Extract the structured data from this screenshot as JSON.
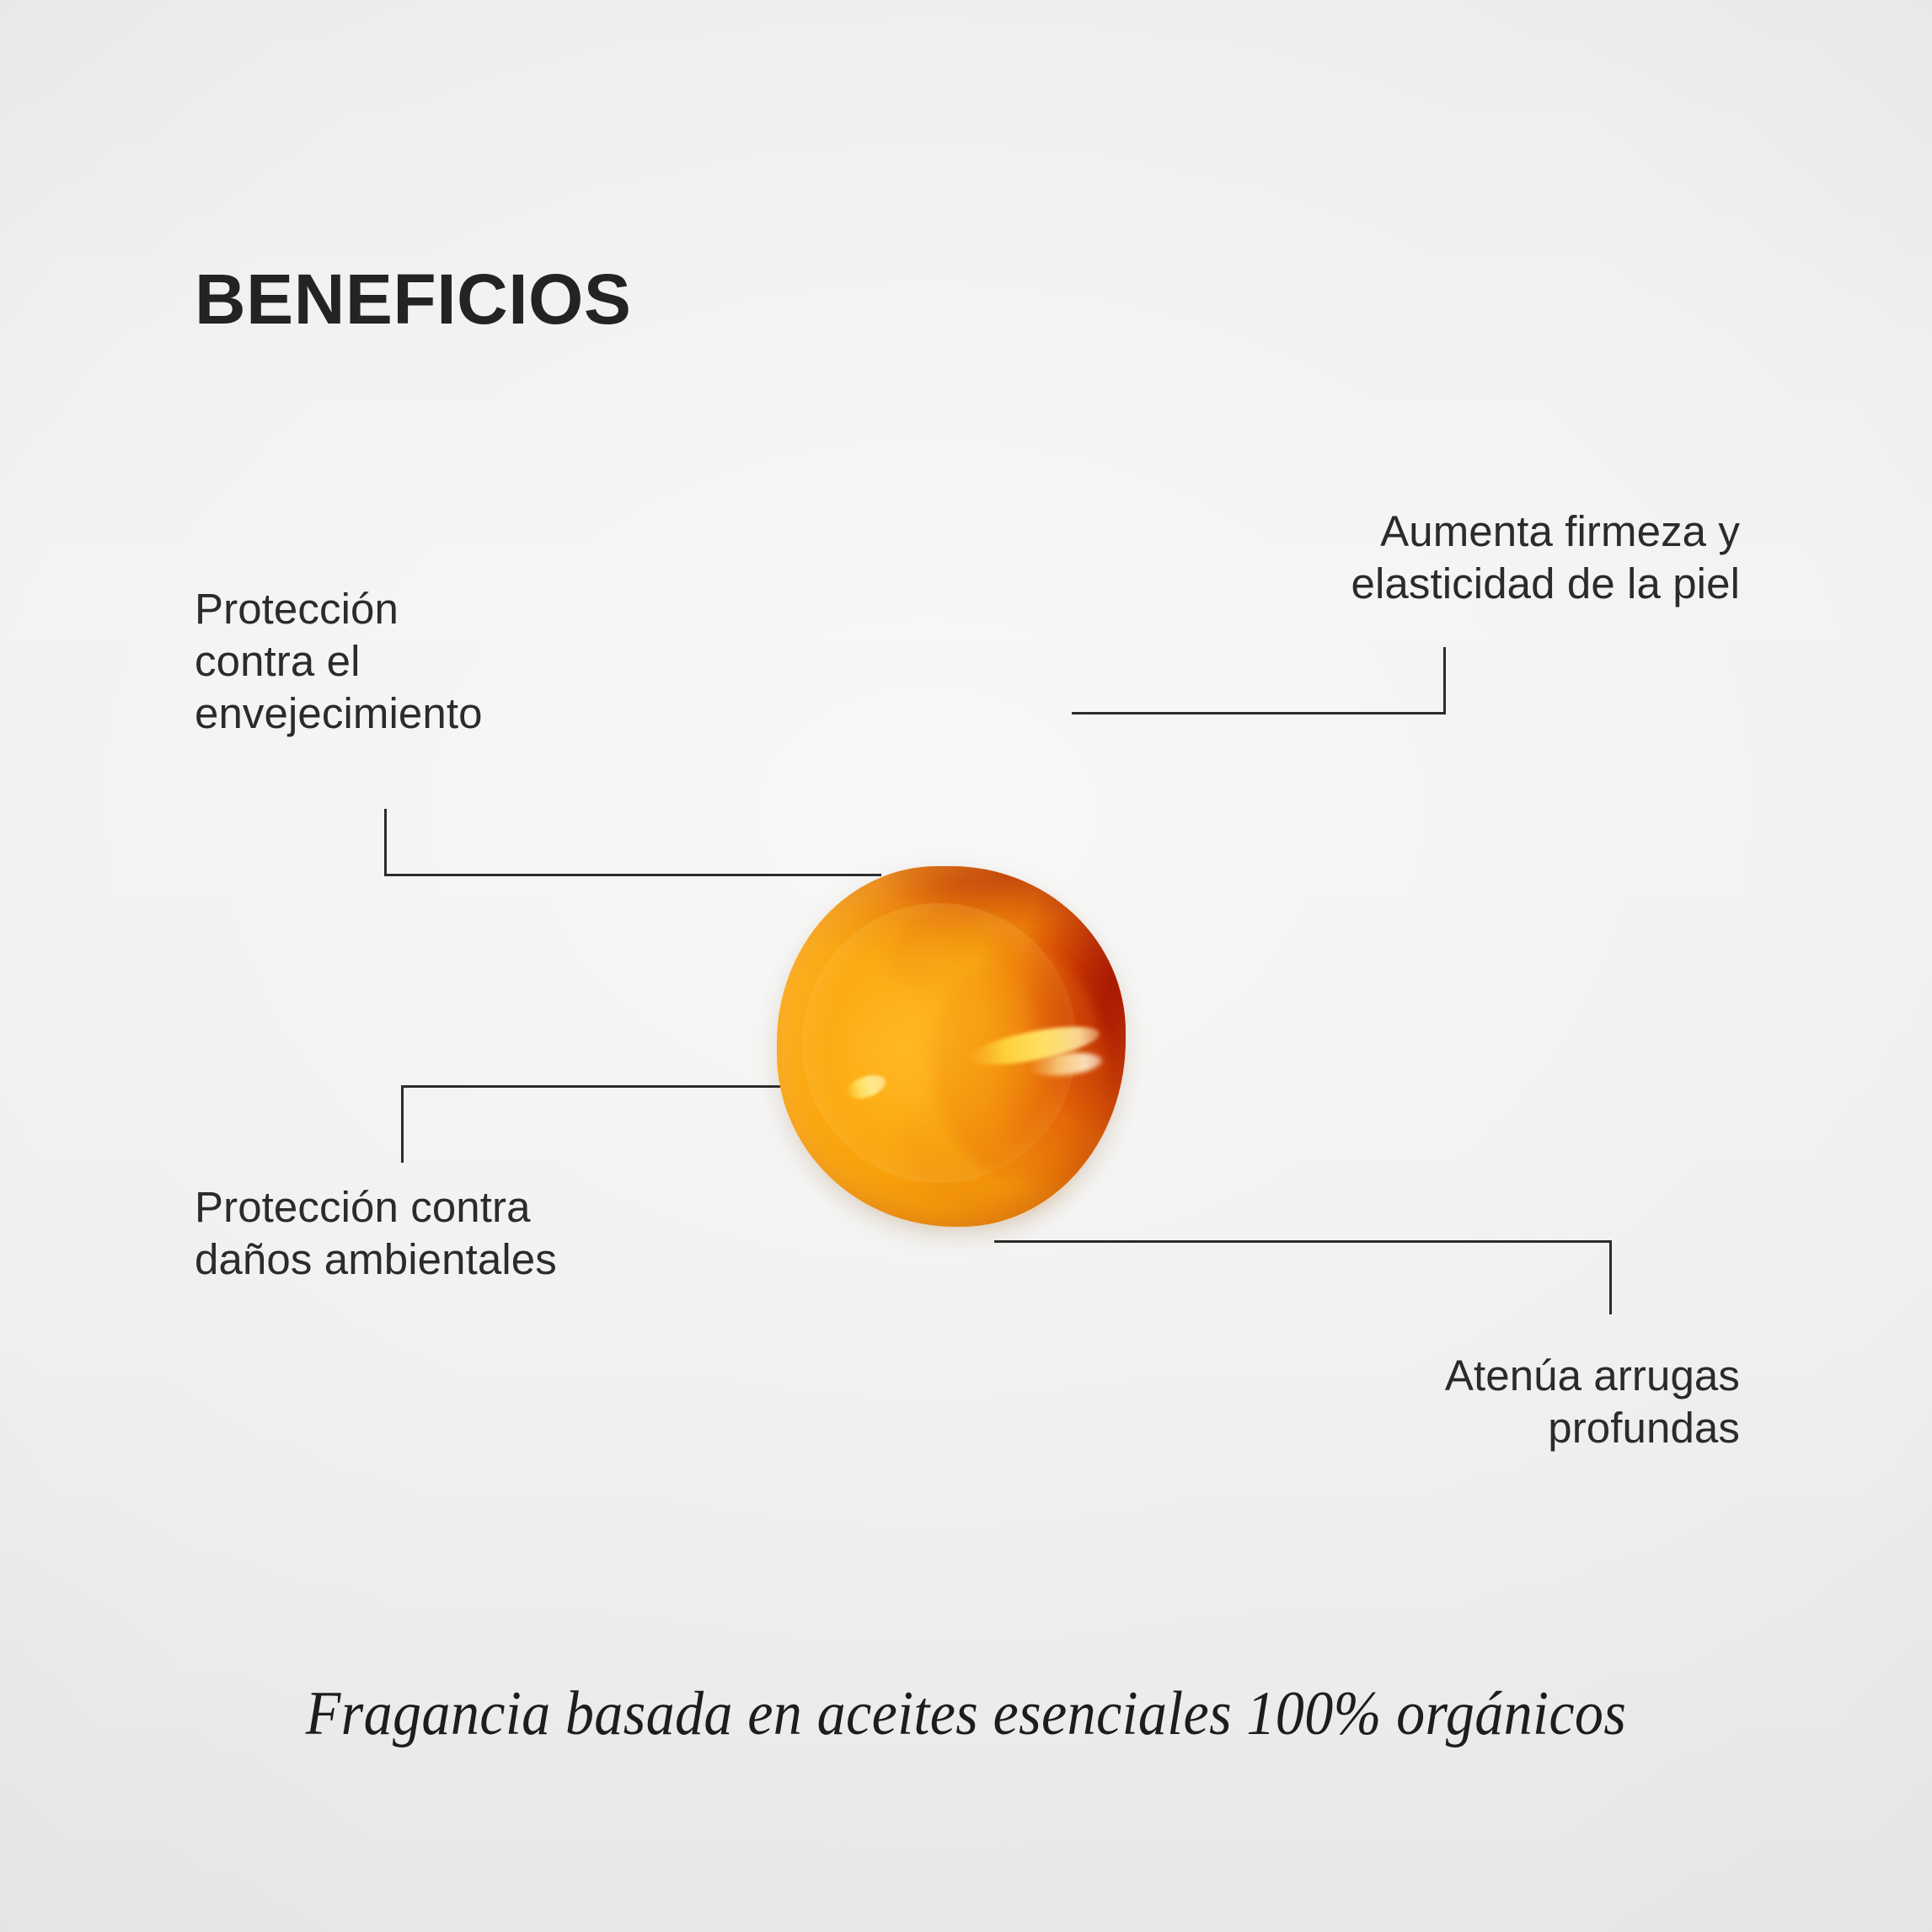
{
  "page": {
    "title": "BENEFICIOS",
    "background_color": "#eeeeed",
    "text_color": "#2b2b2b",
    "accent_color": "#f9a00a"
  },
  "callouts": [
    {
      "id": "aging",
      "text": "Protección\ncontra el\nenvejecimiento",
      "align": "left"
    },
    {
      "id": "firmness",
      "text": "Aumenta firmeza y\nelasticidad de la piel",
      "align": "right"
    },
    {
      "id": "environment",
      "text": "Protección contra\ndaños ambientales",
      "align": "left"
    },
    {
      "id": "wrinkles",
      "text": "Atenúa arrugas\nprofundas",
      "align": "right"
    }
  ],
  "product": {
    "image_name": "orange-oil-droplet",
    "droplet_colors": {
      "core": "#fca80e",
      "highlight": "#ffe066",
      "rim": "#ce3a06",
      "base": "#f9a00a"
    }
  },
  "tagline": {
    "text": "Fragancia basada en aceites esenciales 100% orgánicos"
  }
}
